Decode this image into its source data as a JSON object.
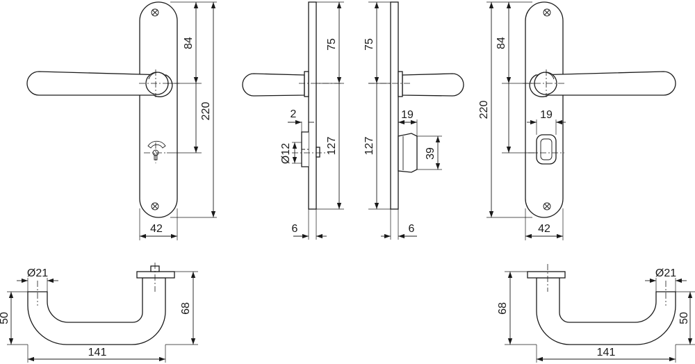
{
  "dimensions": {
    "front_left": {
      "spindle_to_top": "84",
      "plate_length": "220",
      "plate_width": "42"
    },
    "side_left": {
      "spindle_to_top": "75",
      "spindle_to_key": "127",
      "key_offset": "2",
      "key_diameter": "Ø12",
      "plate_thickness": "6"
    },
    "side_right": {
      "spindle_to_top": "75",
      "spindle_to_thumbturn": "127",
      "thumbturn_depth": "19",
      "thumbturn_height": "39",
      "plate_thickness": "6"
    },
    "front_right": {
      "spindle_to_top": "84",
      "plate_length": "220",
      "thumbturn_width": "19",
      "plate_width": "42"
    },
    "lever_left": {
      "lever_diameter": "Ø21",
      "lever_height": "50",
      "lever_projection": "68",
      "lever_length": "141"
    },
    "lever_right": {
      "lever_projection": "68",
      "lever_diameter": "Ø21",
      "lever_height": "50",
      "lever_length": "141"
    }
  }
}
